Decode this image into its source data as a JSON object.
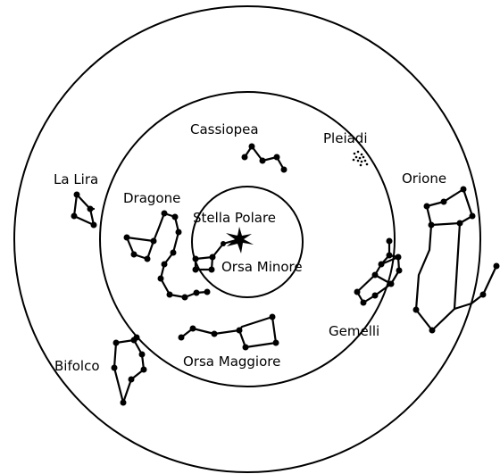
{
  "labels": {
    "cassiopea": "Cassiopea",
    "pleiadi": "Pleiadi",
    "la_lira": "La Lira",
    "dragone": "Dragone",
    "orione": "Orione",
    "stella_polare": "Stella Polare",
    "orsa_minore": "Orsa Minore",
    "gemelli": "Gemelli",
    "bifolco": "Bifolco",
    "orsa_maggiore": "Orsa Maggiore"
  }
}
